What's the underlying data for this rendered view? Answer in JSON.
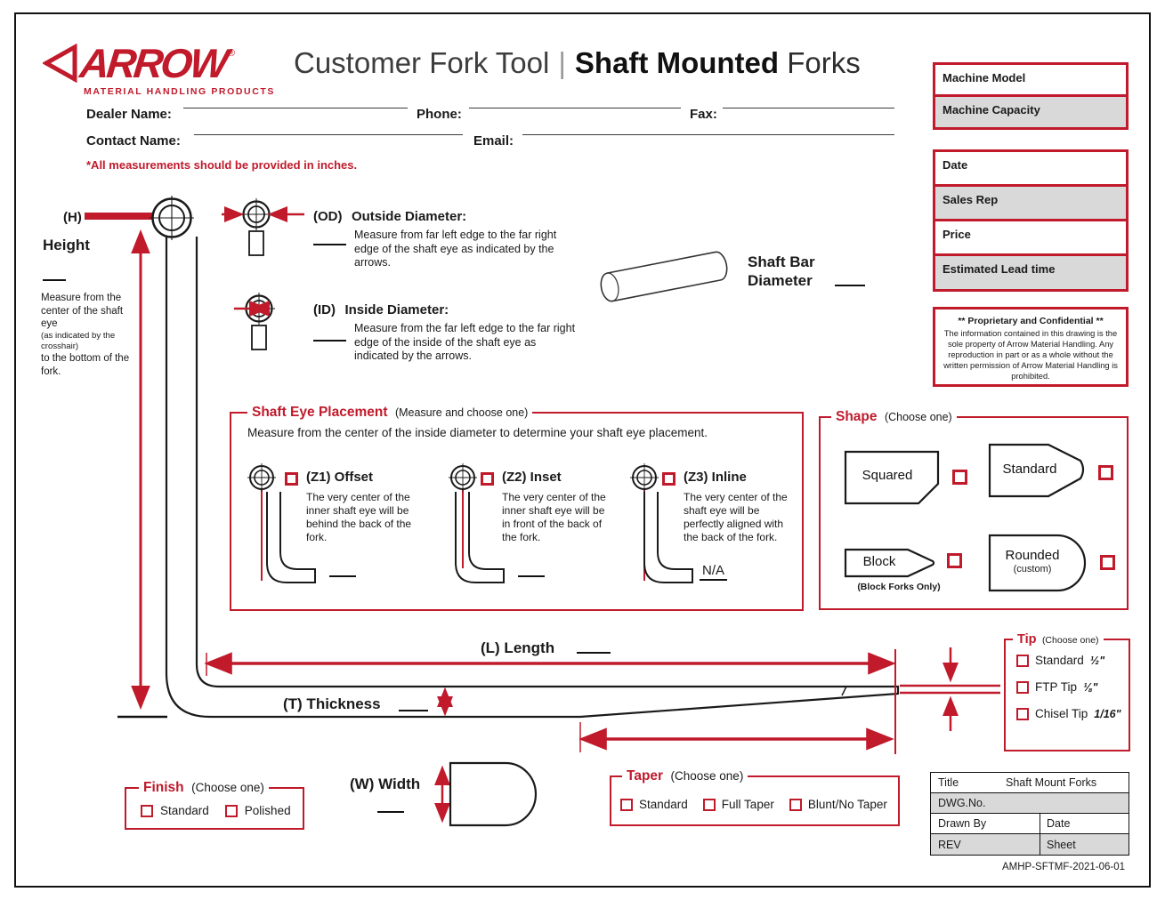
{
  "logo": {
    "name": "ARROW",
    "reg": "®",
    "tagline": "MATERIAL  HANDLING  PRODUCTS"
  },
  "header": {
    "title_prefix": "Customer Fork Tool",
    "separator": "|",
    "title_bold": "Shaft Mounted",
    "title_suffix": " Forks"
  },
  "contact": {
    "dealer_label": "Dealer Name:",
    "phone_label": "Phone:",
    "fax_label": "Fax:",
    "contact_label": "Contact Name:",
    "email_label": "Email:",
    "note": "*All measurements should be provided in inches."
  },
  "machine_box": {
    "rows": [
      "Machine Model",
      "Machine Capacity"
    ]
  },
  "order_box": {
    "rows": [
      "Date",
      "Sales Rep",
      "Price",
      "Estimated Lead time"
    ]
  },
  "confidential": {
    "title": "** Proprietary and Confidential **",
    "body": "The information contained in this drawing is the sole property of Arrow Material Handling. Any reproduction in part or as a whole without the written permission of Arrow Material Handling is prohibited."
  },
  "height": {
    "code": "(H)",
    "label": "Height",
    "desc_line1": "Measure from the center of the shaft eye",
    "desc_small": "(as indicated by the crosshair)",
    "desc_line2": "to the bottom of the fork."
  },
  "od": {
    "code": "(OD)",
    "title": "Outside Diameter:",
    "desc": "Measure from far left edge to the far right edge of the shaft eye as indicated by the arrows."
  },
  "idm": {
    "code": "(ID)",
    "title": "Inside Diameter:",
    "desc": "Measure from the far left edge to the far right edge of the inside of the shaft eye as indicated by the arrows."
  },
  "shaft_bar": {
    "label": "Shaft Bar Diameter"
  },
  "placement": {
    "title": "Shaft Eye Placement",
    "subtitle": "(Measure and choose one)",
    "intro": "Measure from the center of the inside diameter to determine your shaft eye placement.",
    "options": [
      {
        "code": "(Z1)",
        "name": "Offset",
        "desc": "The very center of the inner shaft eye will be behind the back of the fork.",
        "note": ""
      },
      {
        "code": "(Z2)",
        "name": "Inset",
        "desc": "The very center of the inner shaft eye will be in front of the back of the fork.",
        "note": ""
      },
      {
        "code": "(Z3)",
        "name": "Inline",
        "desc": "The very center of the shaft eye will be perfectly aligned with the back of the fork.",
        "note": "N/A"
      }
    ]
  },
  "shape": {
    "title": "Shape",
    "subtitle": "(Choose one)",
    "options": [
      {
        "label": "Squared",
        "sublabel": ""
      },
      {
        "label": "Standard",
        "sublabel": ""
      },
      {
        "label": "Block",
        "sublabel": "(Block Forks Only)"
      },
      {
        "label": "Rounded",
        "sublabel": "(custom)"
      }
    ]
  },
  "dimensions": {
    "length_label": "(L) Length",
    "thickness_label": "(T) Thickness",
    "width_label": "(W) Width"
  },
  "tip": {
    "title": "Tip",
    "subtitle": "(Choose one)",
    "options": [
      {
        "label": "Standard",
        "size": "½\""
      },
      {
        "label": "FTP Tip",
        "size": "⅛\""
      },
      {
        "label": "Chisel Tip",
        "size": "1/16\""
      }
    ]
  },
  "finish": {
    "title": "Finish",
    "subtitle": "(Choose one)",
    "options": [
      {
        "label": "Standard"
      },
      {
        "label": "Polished"
      }
    ]
  },
  "taper": {
    "title": "Taper",
    "subtitle": "(Choose one)",
    "options": [
      {
        "label": "Standard"
      },
      {
        "label": "Full Taper"
      },
      {
        "label": "Blunt/No Taper"
      }
    ]
  },
  "titleblock": {
    "title_label": "Title",
    "title_value": "Shaft Mount Forks",
    "dwg_label": "DWG.No.",
    "drawnby_label": "Drawn By",
    "date_label": "Date",
    "rev_label": "REV",
    "sheet_label": "Sheet"
  },
  "footer": {
    "doc_number": "AMHP-SFTMF-2021-06-01"
  },
  "colors": {
    "accent_red": "#c01a2b",
    "row_gray": "#d9d9d9"
  }
}
